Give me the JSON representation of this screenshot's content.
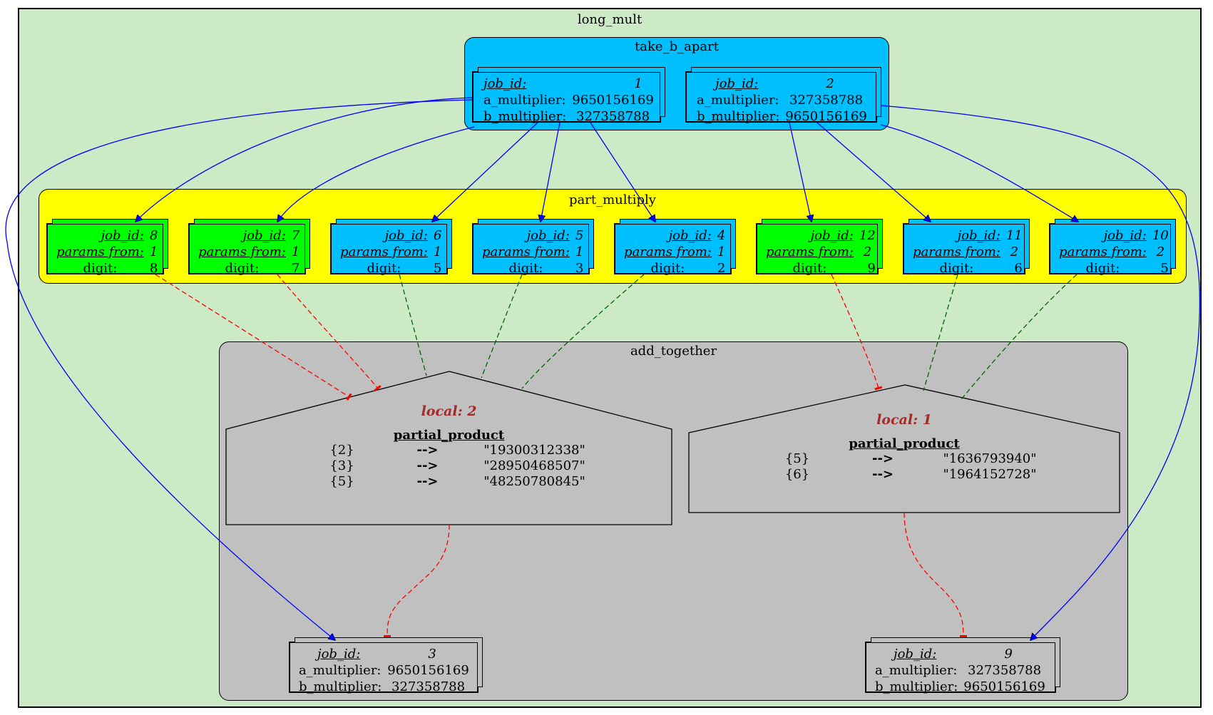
{
  "colors": {
    "outer_bg": "#cdeac6",
    "take_bg": "#00bfff",
    "part_bg": "#ffff00",
    "add_bg": "#c0c0c0",
    "job_green": "#00ff00",
    "job_blue": "#00bfff",
    "edge_blue": "#0000ff",
    "edge_red": "#ff0000",
    "edge_green": "#006400",
    "local_title": "#a52a2a"
  },
  "clusters": {
    "outer": "long_mult",
    "take": "take_b_apart",
    "part": "part_multiply",
    "add": "add_together"
  },
  "labels": {
    "job_id": "job_id:",
    "a_multiplier": "a_multiplier:",
    "b_multiplier": "b_multiplier:",
    "params_from": "params from:",
    "digit": "digit:",
    "partial_product": "partial_product",
    "arrow": "-->"
  },
  "take_jobs": [
    {
      "job_id": "1",
      "a_multiplier": "9650156169",
      "b_multiplier": "327358788"
    },
    {
      "job_id": "2",
      "a_multiplier": "327358788",
      "b_multiplier": "9650156169"
    }
  ],
  "part_jobs": [
    {
      "job_id": "8",
      "params_from": "1",
      "digit": "8",
      "color": "green"
    },
    {
      "job_id": "7",
      "params_from": "1",
      "digit": "7",
      "color": "green"
    },
    {
      "job_id": "6",
      "params_from": "1",
      "digit": "5",
      "color": "blue"
    },
    {
      "job_id": "5",
      "params_from": "1",
      "digit": "3",
      "color": "blue"
    },
    {
      "job_id": "4",
      "params_from": "1",
      "digit": "2",
      "color": "blue"
    },
    {
      "job_id": "12",
      "params_from": "2",
      "digit": "9",
      "color": "green"
    },
    {
      "job_id": "11",
      "params_from": "2",
      "digit": "6",
      "color": "blue"
    },
    {
      "job_id": "10",
      "params_from": "2",
      "digit": "5",
      "color": "blue"
    }
  ],
  "locals": [
    {
      "title": "local: 2",
      "rows": [
        {
          "key": "{2}",
          "value": "\"19300312338\""
        },
        {
          "key": "{3}",
          "value": "\"28950468507\""
        },
        {
          "key": "{5}",
          "value": "\"48250780845\""
        }
      ]
    },
    {
      "title": "local: 1",
      "rows": [
        {
          "key": "{5}",
          "value": "\"1636793940\""
        },
        {
          "key": "{6}",
          "value": "\"1964152728\""
        }
      ]
    }
  ],
  "add_jobs": [
    {
      "job_id": "3",
      "a_multiplier": "9650156169",
      "b_multiplier": "327358788"
    },
    {
      "job_id": "9",
      "a_multiplier": "327358788",
      "b_multiplier": "9650156169"
    }
  ]
}
